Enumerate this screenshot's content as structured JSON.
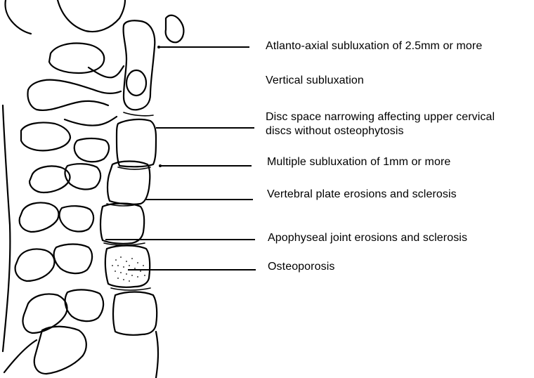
{
  "labels": [
    {
      "id": "atlanto",
      "lines": [
        "Atlanto-axial subluxation of 2.5mm or more"
      ]
    },
    {
      "id": "vertical",
      "lines": [
        "Vertical subluxation"
      ]
    },
    {
      "id": "disc",
      "lines": [
        "Disc space narrowing affecting upper cervical",
        "discs without osteophytosis"
      ]
    },
    {
      "id": "multiple",
      "lines": [
        "Multiple subluxation of 1mm or more"
      ]
    },
    {
      "id": "plate",
      "lines": [
        "Vertebral plate erosions and sclerosis"
      ]
    },
    {
      "id": "apophyseal",
      "lines": [
        "Apophyseal joint erosions and sclerosis"
      ]
    },
    {
      "id": "osteo",
      "lines": [
        "Osteoporosis"
      ]
    }
  ]
}
